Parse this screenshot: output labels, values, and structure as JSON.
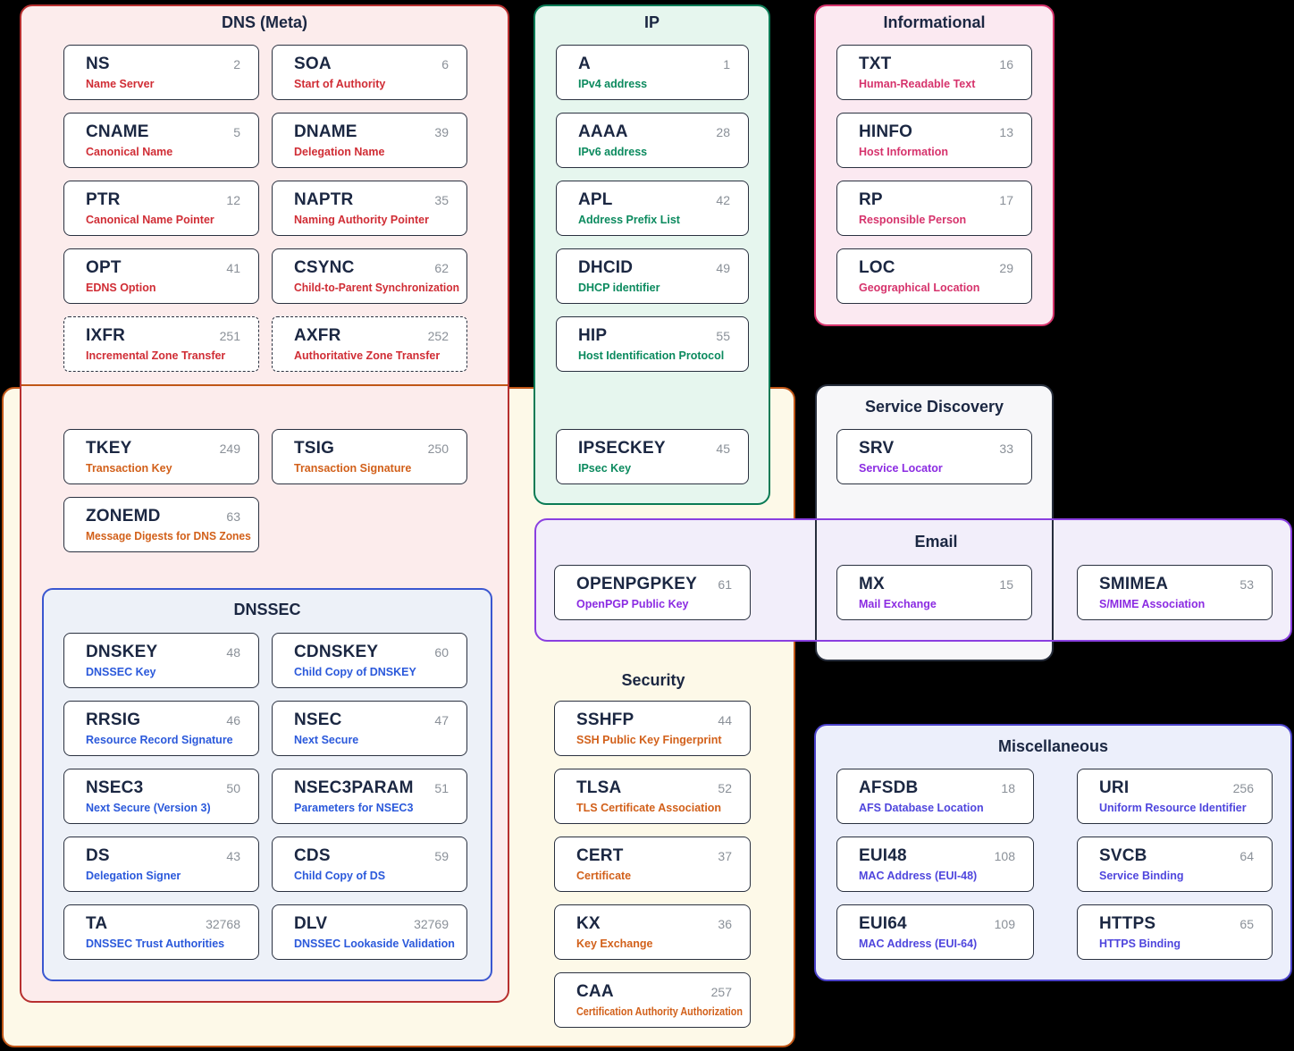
{
  "page_bg": "#000000",
  "card_border": "#2a3140",
  "name_color": "#1b2742",
  "number_color": "#8a9098",
  "groups": {
    "dns_meta": {
      "title": "DNS (Meta)",
      "border": "#b73030",
      "fill": "#fcecec",
      "desc_color": "#d02d35",
      "cards": [
        {
          "name": "NS",
          "number": "2",
          "desc": "Name Server"
        },
        {
          "name": "SOA",
          "number": "6",
          "desc": "Start of Authority"
        },
        {
          "name": "CNAME",
          "number": "5",
          "desc": "Canonical Name"
        },
        {
          "name": "DNAME",
          "number": "39",
          "desc": "Delegation Name"
        },
        {
          "name": "PTR",
          "number": "12",
          "desc": "Canonical Name Pointer"
        },
        {
          "name": "NAPTR",
          "number": "35",
          "desc": "Naming Authority Pointer"
        },
        {
          "name": "OPT",
          "number": "41",
          "desc": "EDNS Option"
        },
        {
          "name": "CSYNC",
          "number": "62",
          "desc": "Child-to-Parent Synchronization"
        },
        {
          "name": "IXFR",
          "number": "251",
          "desc": "Incremental Zone Transfer",
          "dashed": true
        },
        {
          "name": "AXFR",
          "number": "252",
          "desc": "Authoritative Zone Transfer",
          "dashed": true
        },
        {
          "name": "TKEY",
          "number": "249",
          "desc": "Transaction Key",
          "desc_color": "#d2601a"
        },
        {
          "name": "TSIG",
          "number": "250",
          "desc": "Transaction Signature",
          "desc_color": "#d2601a"
        },
        {
          "name": "ZONEMD",
          "number": "63",
          "desc": "Message Digests for DNS Zones",
          "desc_color": "#d2601a"
        }
      ]
    },
    "ip": {
      "title": "IP",
      "border": "#0b7b55",
      "fill": "#e6f6ee",
      "desc_color": "#0b8a5e",
      "cards": [
        {
          "name": "A",
          "number": "1",
          "desc": "IPv4 address"
        },
        {
          "name": "AAAA",
          "number": "28",
          "desc": "IPv6 address"
        },
        {
          "name": "APL",
          "number": "42",
          "desc": "Address Prefix List"
        },
        {
          "name": "DHCID",
          "number": "49",
          "desc": "DHCP identifier"
        },
        {
          "name": "HIP",
          "number": "55",
          "desc": "Host Identification Protocol"
        },
        {
          "name": "IPSECKEY",
          "number": "45",
          "desc": "IPsec Key"
        }
      ]
    },
    "informational": {
      "title": "Informational",
      "border": "#d6336c",
      "fill": "#fbe9f1",
      "desc_color": "#d6336c",
      "cards": [
        {
          "name": "TXT",
          "number": "16",
          "desc": "Human-Readable Text"
        },
        {
          "name": "HINFO",
          "number": "13",
          "desc": "Host Information"
        },
        {
          "name": "RP",
          "number": "17",
          "desc": "Responsible Person"
        },
        {
          "name": "LOC",
          "number": "29",
          "desc": "Geographical Location"
        }
      ]
    },
    "service_discovery": {
      "title": "Service Discovery",
      "border": "#272e3c",
      "fill": "#f7f7f9",
      "desc_color": "#8b2be2",
      "cards": [
        {
          "name": "SRV",
          "number": "33",
          "desc": "Service Locator"
        }
      ]
    },
    "email": {
      "title": "Email",
      "border": "#8a3fe0",
      "fill": "#f2eefa",
      "desc_color": "#8b2be2",
      "cards": [
        {
          "name": "OPENPGPKEY",
          "number": "61",
          "desc": "OpenPGP Public Key"
        },
        {
          "name": "MX",
          "number": "15",
          "desc": "Mail Exchange"
        },
        {
          "name": "SMIMEA",
          "number": "53",
          "desc": "S/MIME Association"
        }
      ]
    },
    "dnssec": {
      "title": "DNSSEC",
      "border": "#3a57d0",
      "fill": "#edf1f8",
      "desc_color": "#2b59db",
      "cards": [
        {
          "name": "DNSKEY",
          "number": "48",
          "desc": "DNSSEC Key"
        },
        {
          "name": "CDNSKEY",
          "number": "60",
          "desc": "Child Copy of DNSKEY"
        },
        {
          "name": "RRSIG",
          "number": "46",
          "desc": "Resource Record Signature"
        },
        {
          "name": "NSEC",
          "number": "47",
          "desc": "Next Secure"
        },
        {
          "name": "NSEC3",
          "number": "50",
          "desc": "Next Secure (Version 3)"
        },
        {
          "name": "NSEC3PARAM",
          "number": "51",
          "desc": "Parameters for NSEC3"
        },
        {
          "name": "DS",
          "number": "43",
          "desc": "Delegation Signer"
        },
        {
          "name": "CDS",
          "number": "59",
          "desc": "Child Copy of DS"
        },
        {
          "name": "TA",
          "number": "32768",
          "desc": "DNSSEC Trust Authorities"
        },
        {
          "name": "DLV",
          "number": "32769",
          "desc": "DNSSEC Lookaside Validation"
        }
      ]
    },
    "security": {
      "title": "Security",
      "border": "#c05617",
      "fill": "#fdf9e8",
      "desc_color": "#d2601a",
      "cards": [
        {
          "name": "SSHFP",
          "number": "44",
          "desc": "SSH Public Key Fingerprint"
        },
        {
          "name": "TLSA",
          "number": "52",
          "desc": "TLS Certificate Association"
        },
        {
          "name": "CERT",
          "number": "37",
          "desc": "Certificate"
        },
        {
          "name": "KX",
          "number": "36",
          "desc": "Key Exchange"
        },
        {
          "name": "CAA",
          "number": "257",
          "desc": "Certification Authority Authorization"
        }
      ]
    },
    "miscellaneous": {
      "title": "Miscellaneous",
      "border": "#4a41c8",
      "fill": "#eceffb",
      "desc_color": "#4f46dd",
      "cards": [
        {
          "name": "AFSDB",
          "number": "18",
          "desc": "AFS Database Location"
        },
        {
          "name": "URI",
          "number": "256",
          "desc": "Uniform Resource Identifier"
        },
        {
          "name": "EUI48",
          "number": "108",
          "desc": "MAC Address (EUI-48)"
        },
        {
          "name": "SVCB",
          "number": "64",
          "desc": "Service Binding"
        },
        {
          "name": "EUI64",
          "number": "109",
          "desc": "MAC Address (EUI-64)"
        },
        {
          "name": "HTTPS",
          "number": "65",
          "desc": "HTTPS Binding"
        }
      ]
    }
  }
}
